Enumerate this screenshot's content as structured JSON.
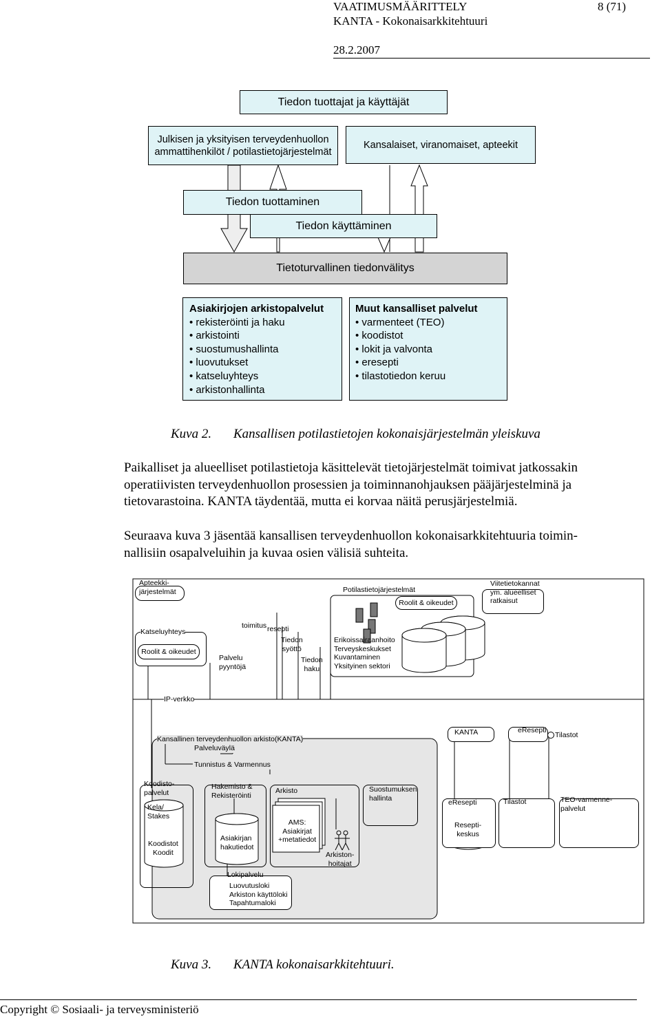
{
  "header": {
    "doc_type": "VAATIMUSMÄÄRITTELY",
    "doc_title": "KANTA - Kokonaisarkkitehtuuri",
    "page": "8 (71)",
    "date": "28.2.2007"
  },
  "figure2": {
    "top": "Tiedon tuottajat ja käyttäjät",
    "left_box_line1": "Julkisen ja yksityisen terveydenhuollon",
    "left_box_line2": "ammattihenkilöt / potilastietojärjestelmät",
    "right_box": "Kansalaiset, viranomaiset, apteekit",
    "production": "Tiedon tuottaminen",
    "usage": "Tiedon käyttäminen",
    "transfer": "Tietoturvallinen tiedonvälitys",
    "archive_title": "Asiakirjojen arkistopalvelut",
    "archive_items": [
      "rekisteröinti ja haku",
      "arkistointi",
      "suostumushallinta",
      "luovutukset",
      "katseluyhteys",
      "arkistonhallinta"
    ],
    "other_title": "Muut kansalliset palvelut",
    "other_items": [
      "varmenteet (TEO)",
      "koodistot",
      "lokit ja valvonta",
      "eresepti",
      "tilastotiedon keruu"
    ]
  },
  "caption2": {
    "label": "Kuva 2.",
    "text": "Kansallisen potilastietojen kokonaisjärjestelmän yleiskuva"
  },
  "paragraph1": {
    "line1": "Paikalliset ja alueelliset potilastietoja käsittelevät tietojärjestelmät toimivat jatkossakin",
    "line2": "operatiivisten terveydenhuollon prosessien ja toiminnanohjauksen pääjärjestelminä ja",
    "line3": "tietovarastoina. KANTA täydentää, mutta ei korvaa näitä perusjärjestelmiä."
  },
  "paragraph2": {
    "line1": "Seuraava kuva 3 jäsentää kansallisen terveydenhuollon kokonaisarkkitehtuuria toimin-",
    "line2": "nallisiin osapalveluihin ja kuvaa osien välisiä suhteita."
  },
  "figure3": {
    "apteekki_1": "Apteekki-",
    "apteekki_2": "järjestelmät",
    "potilas": "Potilastietojärjestelmät",
    "roolit1": "Roolit & oikeudet",
    "viite_1": "Viitetietokannat",
    "viite_2": "ym. alueelliset",
    "viite_3": "ratkaisut",
    "katselu": "Katseluyhteys",
    "roolit2": "Roolit & oikeudet",
    "toimitus": "toimitus",
    "resepti": "resepti",
    "palvelu_1": "Palvelu",
    "palvelu_2": "pyyntöjä",
    "tsyotto_1": "Tiedon",
    "tsyotto_2": "syöttö",
    "thaku_1": "Tiedon",
    "thaku_2": "haku",
    "orgs": [
      "Erikoissairaanhoito",
      "Terveyskeskukset",
      "Kuvantaminen",
      "Yksityinen sektori"
    ],
    "ip": "IP-verkko",
    "kanta_long": "Kansallinen terveydenhuollon arkisto(KANTA)",
    "palveluvayla": "Palveluväylä",
    "kanta": "KANTA",
    "eresepti_top": "eResepti",
    "tilastot": "Tilastot",
    "tunnistus": "Tunnistus & Varmennus",
    "koodisto_1": "Koodisto-",
    "koodisto_2": "palvelut",
    "kela_1": "Kela/",
    "kela_2": "Stakes",
    "koodistot_1": "Koodistot",
    "koodistot_2": "Koodit",
    "hakemisto_1": "Hakemisto &",
    "hakemisto_2": "Rekisteröinti",
    "asiakirjan_1": "Asiakirjan",
    "asiakirjan_2": "hakutiedot",
    "arkisto": "Arkisto",
    "ams_1": "AMS:",
    "ams_2": "Asiakirjat",
    "ams_3": "+metatiedot",
    "arkistonhoitajat_1": "Arkiston-",
    "arkistonhoitajat_2": "hoitajat",
    "suostumus_1": "Suostumuksen",
    "suostumus_2": "hallinta",
    "eresepti2": "eResepti",
    "reseptikeskus_1": "Resepti-",
    "reseptikeskus_2": "keskus",
    "tilastot2": "Tilastot",
    "teo_1": "TEO-varmenne-",
    "teo_2": "palvelut",
    "lokipalvelu": "Lokipalvelu",
    "lokit": [
      "Luovutusloki",
      "Arkiston käyttöloki",
      "Tapahtumaloki"
    ]
  },
  "caption3": {
    "label": "Kuva 3.",
    "text": "KANTA kokonaisarkkitehtuuri."
  },
  "footer": {
    "copyright": "Copyright © Sosiaali- ja terveysministeriö"
  }
}
